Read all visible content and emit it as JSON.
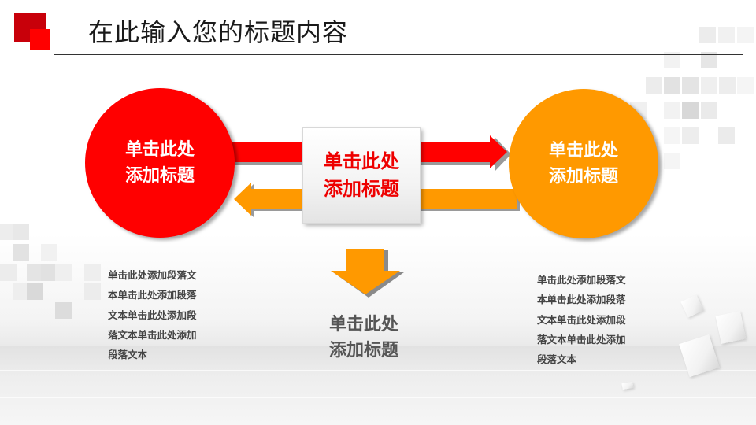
{
  "header": {
    "title": "在此输入您的标题内容"
  },
  "diagram": {
    "left_circle": {
      "line1": "单击此处",
      "line2": "添加标题",
      "color": "#ff0000"
    },
    "center_box": {
      "line1": "单击此处",
      "line2": "添加标题",
      "text_color": "#ee0000"
    },
    "right_circle": {
      "line1": "单击此处",
      "line2": "添加标题",
      "color": "#ff9900"
    },
    "bottom": {
      "line1": "单击此处",
      "line2": "添加标题"
    },
    "arrows": {
      "top_arrow_color": "#ff0000",
      "bottom_arrow_color": "#ff9900",
      "down_arrow_color": "#ff9900"
    }
  },
  "paragraphs": {
    "left": [
      "单击此处添加段落文",
      "本单击此处添加段落",
      "文本单击此处添加段",
      "落文本单击此处添加",
      "段落文本"
    ],
    "right": [
      "单击此处添加段落文",
      "本单击此处添加段落",
      "文本单击此处添加段",
      "落文本单击此处添加",
      "段落文本"
    ]
  },
  "colors": {
    "accent_red": "#ff0000",
    "accent_dark_red": "#c8000a",
    "accent_orange": "#ff9900"
  }
}
